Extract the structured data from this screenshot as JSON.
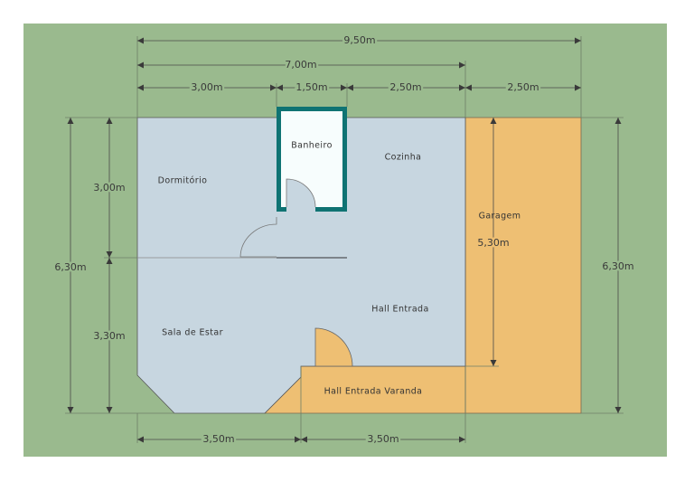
{
  "colors": {
    "ground": "#9aba8e",
    "interior": "#c7d6e0",
    "exterior_floor": "#eebf73",
    "bathroom_wall": "#0f7373",
    "bathroom_floor": "#f7fdfd"
  },
  "dimensions": {
    "total_width": "9,50m",
    "house_width": "7,00m",
    "dormitorio_width": "3,00m",
    "banheiro_width": "1,50m",
    "cozinha_width": "2,50m",
    "garagem_width": "2,50m",
    "total_depth_left": "6,30m",
    "total_depth_right": "6,30m",
    "dormitorio_depth": "3,00m",
    "sala_depth": "3,30m",
    "garagem_depth": "5,30m",
    "bottom_left": "3,50m",
    "bottom_right": "3,50m"
  },
  "rooms": {
    "dormitorio": "Dormitório",
    "banheiro": "Banheiro",
    "cozinha": "Cozinha",
    "garagem": "Garagem",
    "hall": "Hall Entrada",
    "sala": "Sala de Estar",
    "varanda": "Hall Entrada Varanda"
  }
}
